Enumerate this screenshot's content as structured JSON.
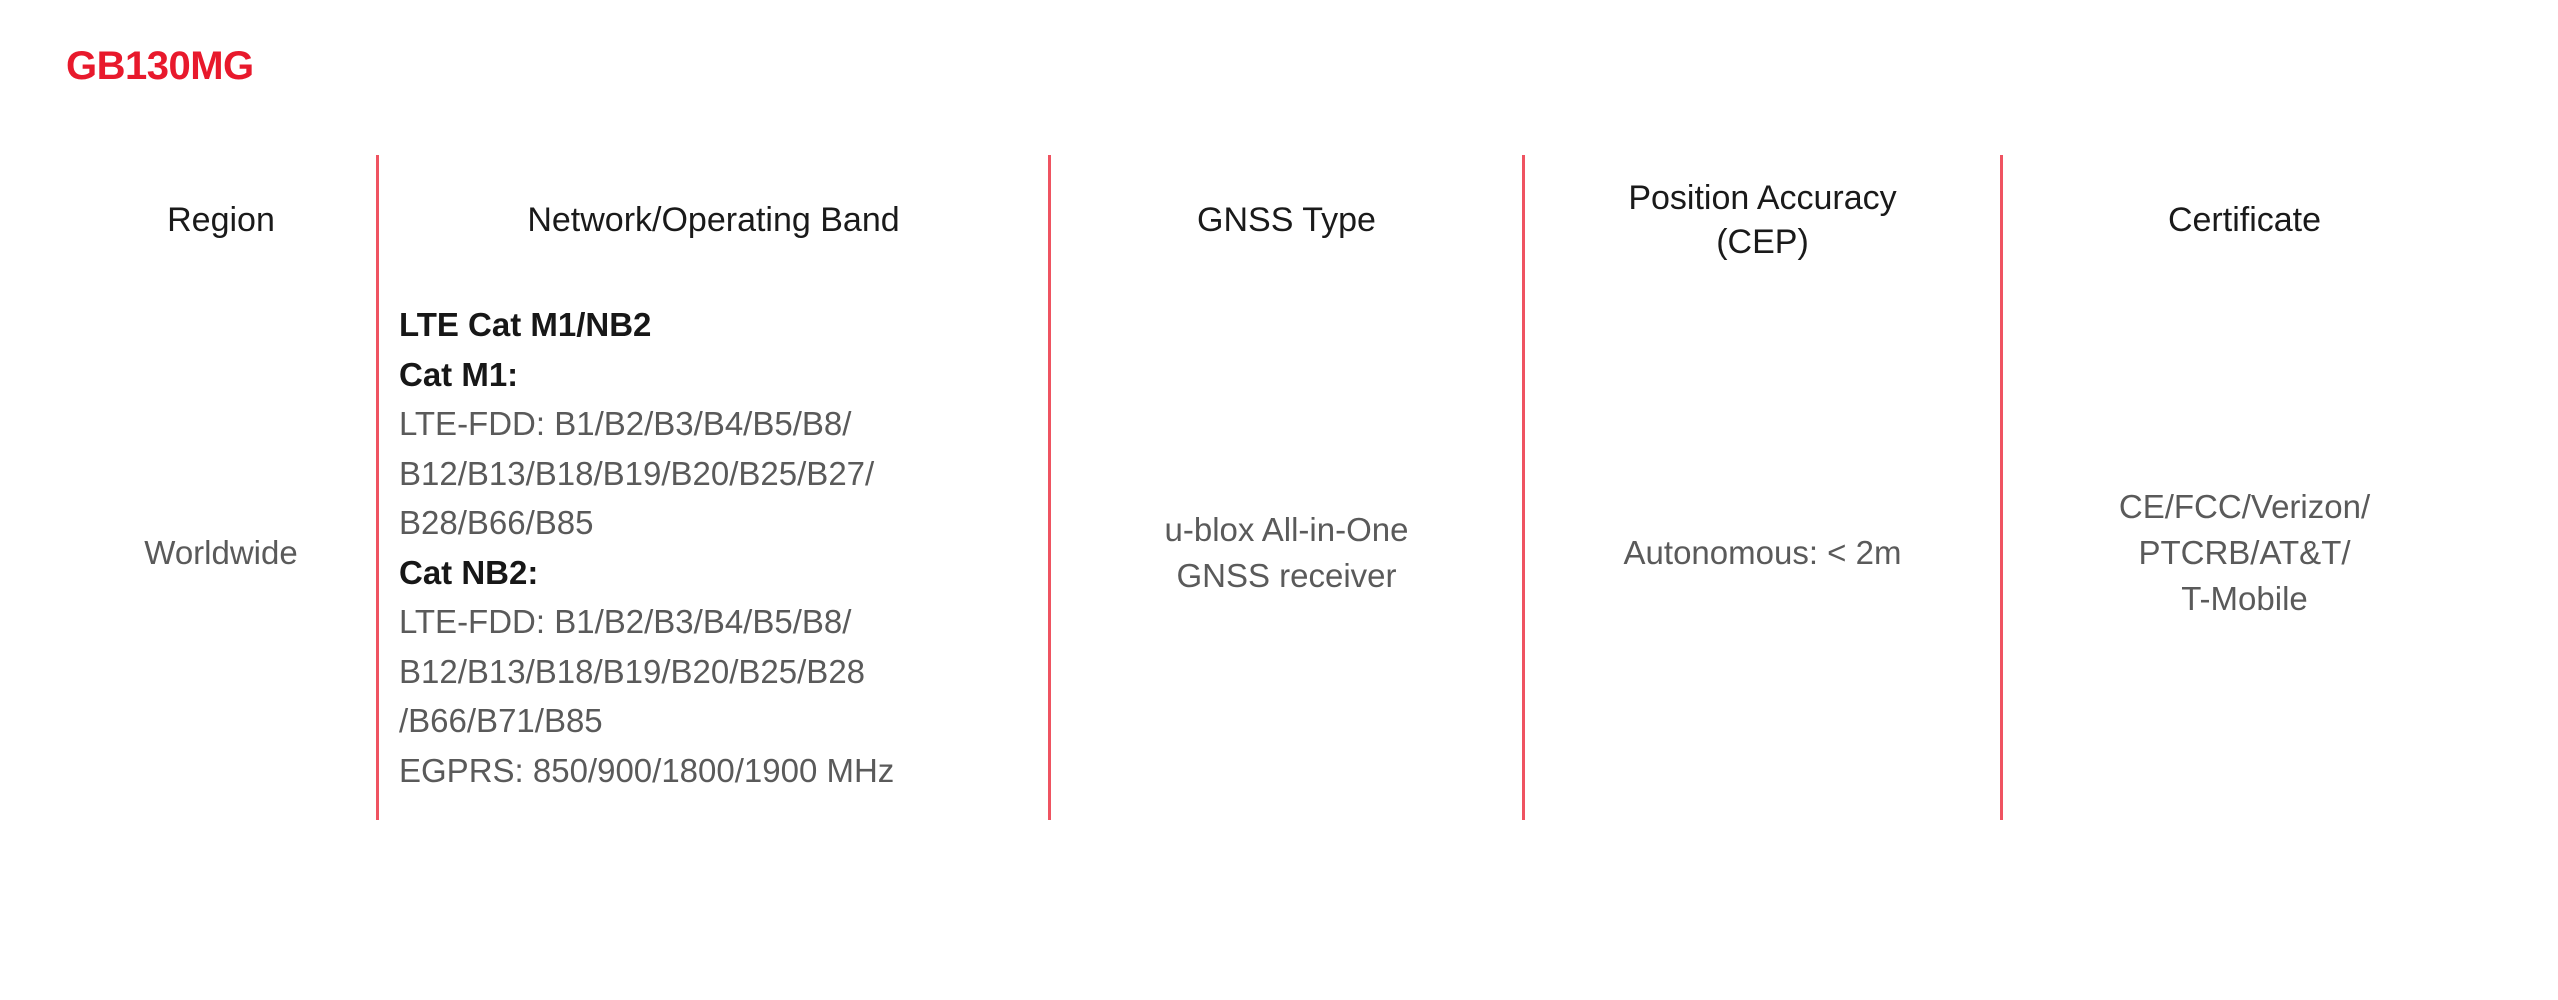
{
  "title": "GB130MG",
  "colors": {
    "title": "#E8192C",
    "divider": "#EF5361",
    "header_text": "#1A1A1A",
    "body_text": "#5A5A5A",
    "emphasis_text": "#171717",
    "background": "#FFFFFF"
  },
  "table": {
    "headers": {
      "region": "Region",
      "band": "Network/Operating Band",
      "gnss": "GNSS Type",
      "accuracy_line1": "Position Accuracy",
      "accuracy_line2": "(CEP)",
      "certificate": "Certificate"
    },
    "rows": [
      {
        "region": "Worldwide",
        "band_lines": [
          "LTE Cat M1/NB2",
          "Cat M1:",
          "LTE-FDD: B1/B2/B3/B4/B5/B8/",
          "B12/B13/B18/B19/B20/B25/B27/",
          "B28/B66/B85",
          "Cat NB2:",
          "LTE-FDD: B1/B2/B3/B4/B5/B8/",
          "B12/B13/B18/B19/B20/B25/B28",
          "/B66/B71/B85",
          "EGPRS: 850/900/1800/1900 MHz"
        ],
        "band_emphasis_indexes": [
          0,
          1,
          5
        ],
        "gnss_lines": [
          "u-blox All-in-One",
          "GNSS receiver"
        ],
        "accuracy_lines": [
          "Autonomous: < 2m"
        ],
        "certificate_lines": [
          "CE/FCC/Verizon/",
          "PTCRB/AT&T/",
          "T-Mobile"
        ]
      }
    ]
  }
}
